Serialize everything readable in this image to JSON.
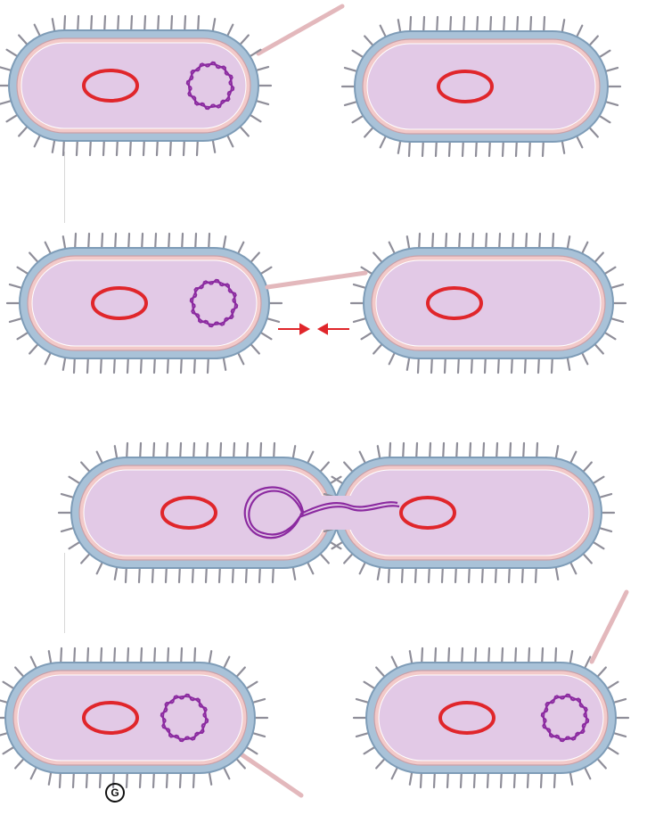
{
  "figure": {
    "corner_mark": "G"
  },
  "colors": {
    "background": "#ffffff",
    "cell_wall": "#a9c2d8",
    "wall_stroke": "#7e9cb7",
    "membrane": "#f2c9c9",
    "cytoplasm": "#e2c9e6",
    "chromosome": "#e0262b",
    "plasmid": "#8b2aa0",
    "pilus": "#e3b8bc",
    "pili_spikes": "#8f8e99",
    "arrow": "#e0262b"
  },
  "stages": [
    {
      "stage": 1,
      "description_key": "donor-and-recipient-separate"
    },
    {
      "stage": 2,
      "description_key": "pilus-draws-cells-together"
    },
    {
      "stage": 3,
      "description_key": "plasmid-transfer-through-bridge"
    },
    {
      "stage": 4,
      "description_key": "both-cells-carry-plasmid"
    }
  ]
}
